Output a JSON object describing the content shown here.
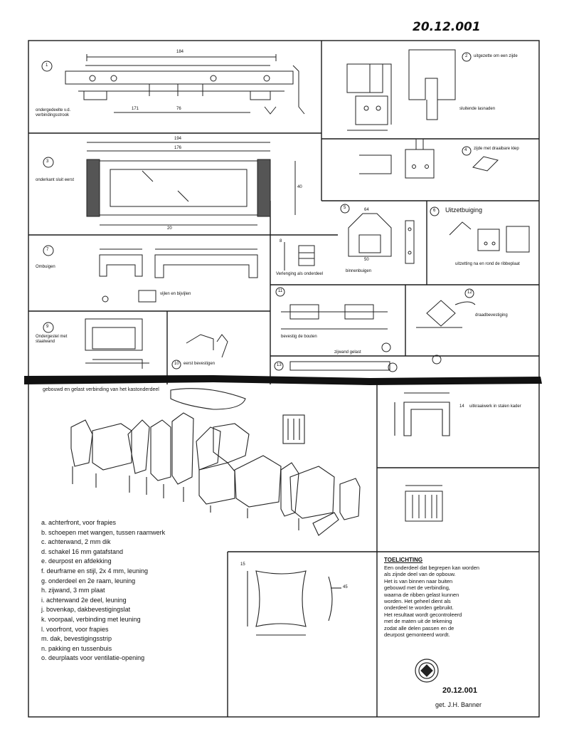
{
  "header": {
    "drawing_number": "20.12.001"
  },
  "panels": {
    "p1": {
      "label": "1",
      "length_label": "184",
      "sub_label_a": "171",
      "sub_label_b": "76",
      "note": "ondergedeelte v.d. verbindingsstrook"
    },
    "p2": {
      "label": "2",
      "note_a": "uitgezette om een zijde",
      "note_b": "sluitende lasnaden"
    },
    "p3": {
      "label": "3",
      "dim_a": "194",
      "dim_b": "176",
      "dim_c": "40",
      "dim_d": "20",
      "note": "onderkant sluit eerst"
    },
    "p4": {
      "label": "4",
      "note": "zijde met draaibare klep"
    },
    "p5": {
      "label": "5",
      "title": "binnenbuigen",
      "dim_a": "64",
      "dim_b": "50"
    },
    "p6": {
      "label": "6",
      "title": "Uitzetbuiging",
      "note": "uitzetting na en rond de ribbeplaat"
    },
    "p7": {
      "label": "7",
      "title": "Ombuigen",
      "note": "vijlen en bijvijlen"
    },
    "p8": {
      "label": "8",
      "note": "Verlenging als onderdeel"
    },
    "p9": {
      "label": "9",
      "note": "Ondergestel met staalwand"
    },
    "p10": {
      "label": "10",
      "note": "eerst bevestigen"
    },
    "p11": {
      "label": "11",
      "note": "bevestig de bouten"
    },
    "p12": {
      "label": "12",
      "note": "draadbevestiging"
    },
    "p13": {
      "label": "13",
      "note": "zijwand gelast"
    },
    "p14": {
      "label": "14",
      "note": "uitkraaiwerk in stalen kader"
    },
    "p15": {
      "label": "15",
      "dim": "45"
    }
  },
  "assembly": {
    "title": "gebouwd en gelast verbinding van het kastonderdeel"
  },
  "legend": [
    "a. achterfront, voor frapies",
    "b. schoepen met wangen, tussen raamwerk",
    "c. achterwand, 2 mm dik",
    "d. schakel 16 mm gatafstand",
    "e. deurpost en afdekking",
    "f. deurframe en stijl, 2x 4 mm, leuning",
    "g. onderdeel en 2e raam, leuning",
    "h. zijwand, 3 mm plaat",
    "i. achterwand 2e deel, leuning",
    "j. bovenkap, dakbevestigingslat",
    "k. voorpaal, verbinding met leuning",
    "l. voorfront, voor frapies",
    "m. dak, bevestigingsstrip",
    "n. pakking en tussenbuis",
    "o. deurplaats voor ventilatie-opening"
  ],
  "explanation": {
    "heading": "TOELICHTING",
    "lines": [
      "Een onderdeel dat begrepen kan worden",
      "als zijnde deel van de opbouw.",
      "Het is van binnen naar buiten",
      "gebouwd met de verbinding,",
      "waarna de ribben gelast kunnen",
      "worden. Het geheel dient als",
      "onderdeel te worden gebruikt.",
      "Het resultaat wordt gecontroleerd",
      "met de maten uit de tekening",
      "zodat alle delen passen en de",
      "deurpost gemonteerd wordt."
    ]
  },
  "footer": {
    "reference_code": "20.12.001",
    "author_line": "get. J.H. Banner"
  }
}
